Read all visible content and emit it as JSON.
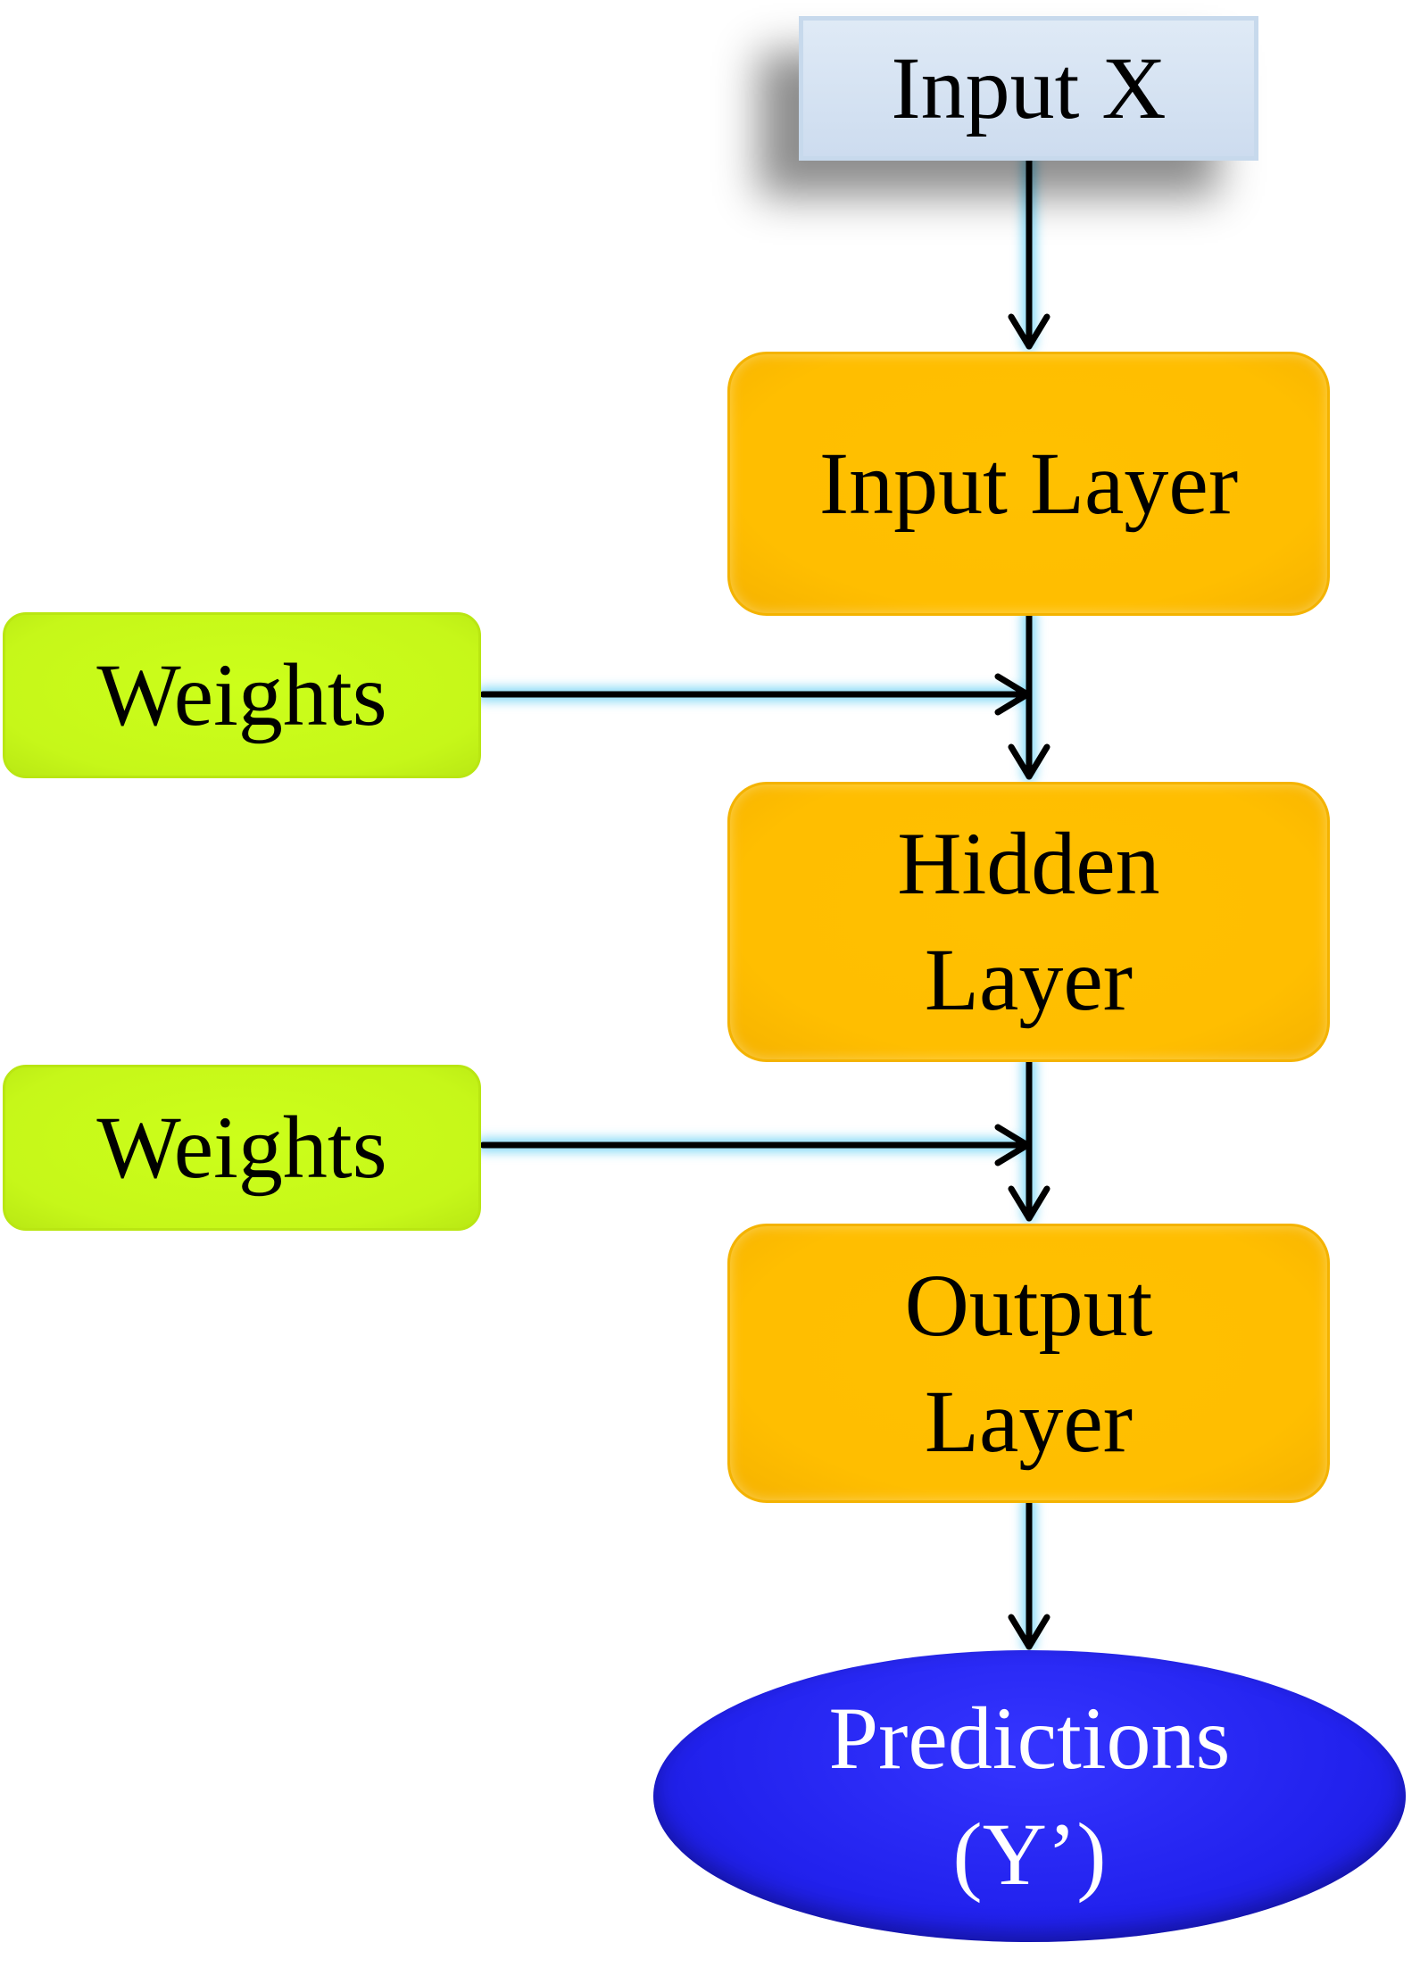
{
  "diagram": {
    "nodes": {
      "input_x": "Input X",
      "input_layer": "Input Layer",
      "hidden_layer": "Hidden\nLayer",
      "weights_1": "Weights",
      "weights_2": "Weights",
      "output_layer": "Output\nLayer",
      "predictions": "Predictions\n(Y’)"
    },
    "colors": {
      "input_box": "#dce8f5",
      "layer_box": "#ffc000",
      "weights_box": "#ccff1a",
      "predictions": "#2222ee",
      "arrow": "#000000",
      "arrow_glow": "#6fd3f5"
    }
  }
}
